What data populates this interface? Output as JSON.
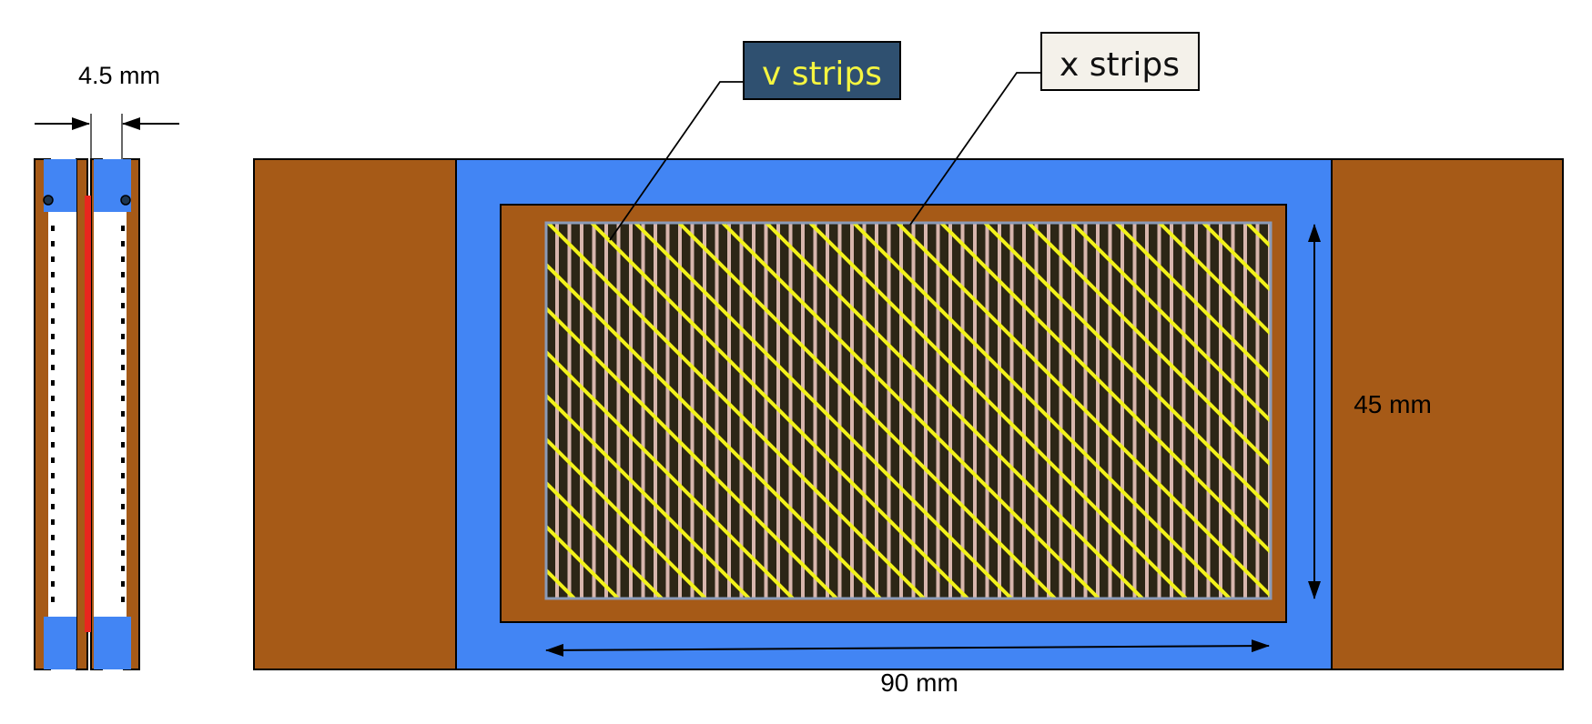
{
  "side_view": {
    "width_label": "4.5 mm"
  },
  "front_view": {
    "callout_v": "v strips",
    "callout_x": "x strips",
    "height_label": "45 mm",
    "width_label": "90 mm"
  },
  "colors": {
    "copper": "#A65A17",
    "frame_blue": "#4285F4",
    "strip_dark": "#2C2616",
    "x_strip_color": "#D8B6AD",
    "v_strip_color": "#F2F21A",
    "readout_red": "#E8261E",
    "callout_v_bg": "#2F5070",
    "callout_v_text": "#F5F540",
    "callout_x_bg": "#F4F1EA"
  }
}
